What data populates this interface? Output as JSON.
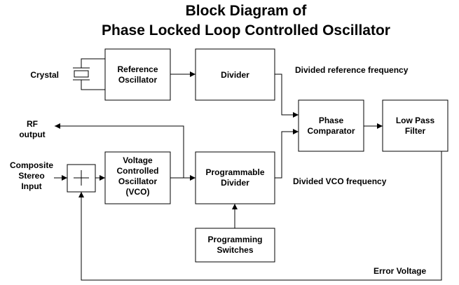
{
  "title": {
    "line1": "Block Diagram of",
    "line2": "Phase Locked Loop Controlled Oscillator"
  },
  "blocks": {
    "reference_oscillator": [
      "Reference",
      "Oscillator"
    ],
    "divider": [
      "Divider"
    ],
    "phase_comparator": [
      "Phase",
      "Comparator"
    ],
    "low_pass_filter": [
      "Low Pass",
      "Filter"
    ],
    "vco": [
      "Voltage",
      "Controlled",
      "Oscillator",
      "(VCO)"
    ],
    "programmable_divider": [
      "Programmable",
      "Divider"
    ],
    "programming_switches": [
      "Programming",
      "Switches"
    ]
  },
  "labels": {
    "crystal": [
      "Crystal"
    ],
    "rf_output": [
      "RF",
      "output"
    ],
    "composite_input": [
      "Composite",
      "Stereo",
      "Input"
    ],
    "divided_reference": [
      "Divided reference frequency"
    ],
    "divided_vco": [
      "Divided VCO frequency"
    ],
    "error_voltage": [
      "Error Voltage"
    ]
  },
  "icons": {
    "crystal": "crystal-icon",
    "summing_junction": "summing-junction-icon"
  },
  "colors": {
    "stroke": "#000000",
    "background": "#ffffff"
  }
}
